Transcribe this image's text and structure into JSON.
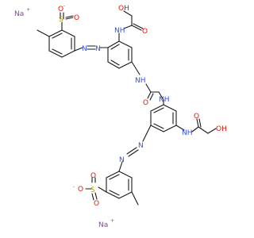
{
  "molecule": {
    "labels": {
      "na": "Na",
      "plus": "+",
      "minus": "-",
      "o": "O",
      "s": "S",
      "n": "N",
      "nh": "NH",
      "oh": "OH",
      "ho": "HO",
      "hn": "HN"
    },
    "colors": {
      "oxygen": "#e8130a",
      "nitrogen": "#3050f8",
      "sulfur": "#b8a000",
      "sodium": "#9a33c8",
      "carbon": "#1a1a1a"
    }
  }
}
